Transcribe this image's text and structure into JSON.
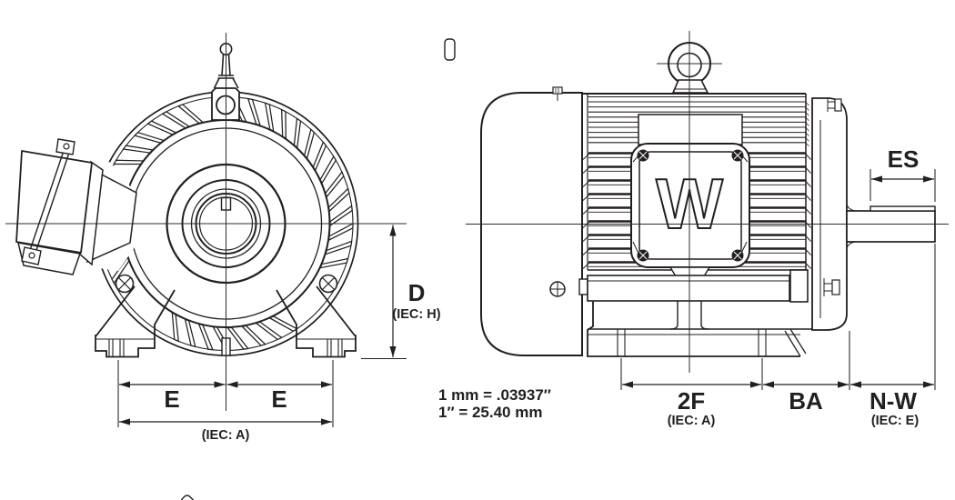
{
  "front_view": {
    "dim_d_label": "D",
    "dim_d_iec": "(IEC: H)",
    "dim_e1_label": "E",
    "dim_e2_label": "E",
    "dim_a_iec": "(IEC: A)"
  },
  "side_view": {
    "logo_letter": "W",
    "dim_es_label": "ES",
    "dim_2f_label": "2F",
    "dim_2f_iec": "(IEC: A)",
    "dim_ba_label": "BA",
    "dim_nw_label": "N-W",
    "dim_nw_iec": "(IEC: E)"
  },
  "conversion_note": {
    "line1": "1 mm = .03937″",
    "line2": "1″ = 25.40 mm"
  },
  "colors": {
    "line": "#231f20",
    "centerline": "#2b2b2b",
    "background": "#ffffff"
  }
}
